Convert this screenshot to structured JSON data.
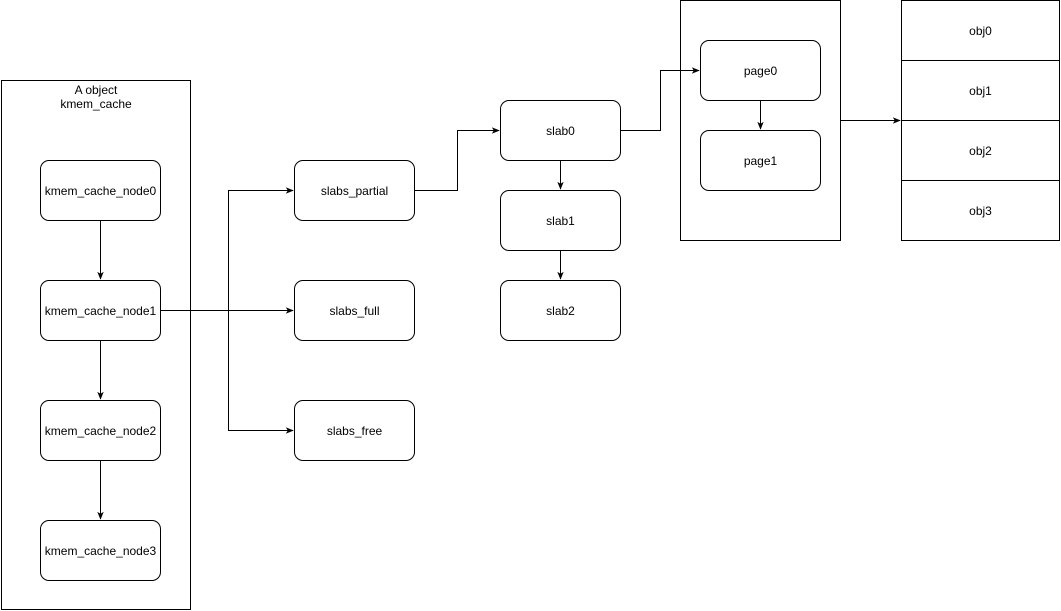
{
  "kmem_cache": {
    "title_line1": "A object",
    "title_line2": "kmem_cache",
    "nodes": [
      "kmem_cache_node0",
      "kmem_cache_node1",
      "kmem_cache_node2",
      "kmem_cache_node3"
    ]
  },
  "slab_lists": {
    "partial": "slabs_partial",
    "full": "slabs_full",
    "free": "slabs_free"
  },
  "slabs": [
    "slab0",
    "slab1",
    "slab2"
  ],
  "pages": [
    "page0",
    "page1"
  ],
  "objects": [
    "obj0",
    "obj1",
    "obj2",
    "obj3"
  ],
  "colors": {
    "stroke": "#000000",
    "fill": "#ffffff"
  }
}
